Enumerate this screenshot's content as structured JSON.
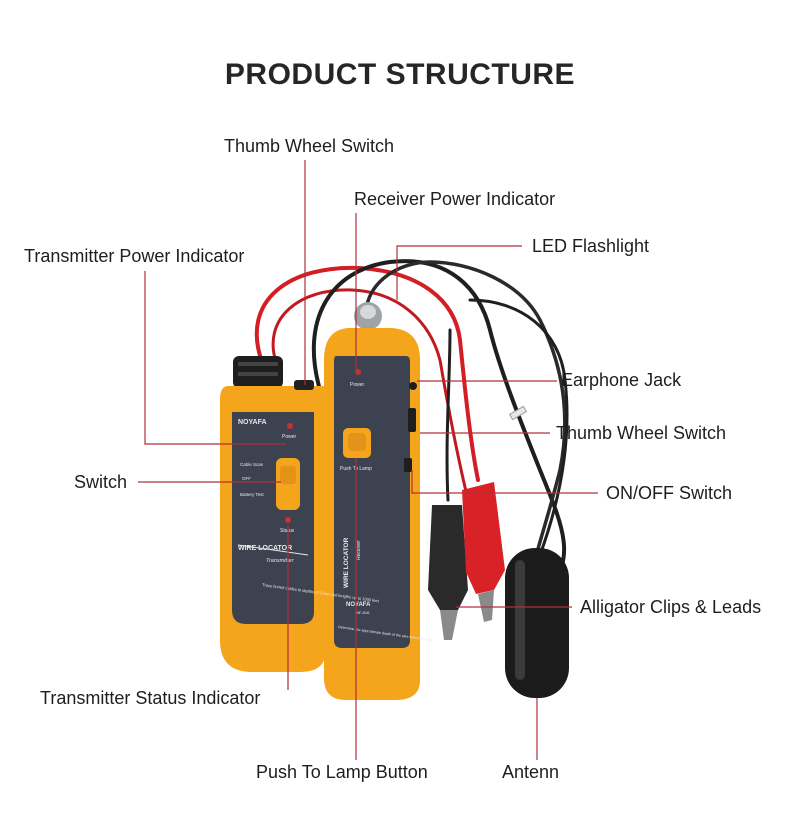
{
  "title": "PRODUCT STRUCTURE",
  "labels": {
    "thumb_wheel_top": "Thumb Wheel Switch",
    "receiver_power": "Receiver Power Indicator",
    "led_flashlight": "LED Flashlight",
    "transmitter_power": "Transmitter Power Indicator",
    "earphone_jack": "Earphone Jack",
    "thumb_wheel_right": "Thumb Wheel Switch",
    "switch": "Switch",
    "on_off": "ON/OFF Switch",
    "alligator": "Alligator Clips & Leads",
    "transmitter_status": "Transmitter Status Indicator",
    "push_to_lamp": "Push To Lamp Button",
    "antenn": "Antenn"
  },
  "device": {
    "transmitter": {
      "brand": "NOYAFA",
      "power": "Power",
      "mode_cable_scan": "Cable Scan",
      "mode_off": "OFF",
      "mode_battery": "Battery Test",
      "status": "Status",
      "name": "WIRE LOCATOR",
      "subname": "Transmitter",
      "note": "Trace buried cables to depths of 3 feet and lengths up to 1000 feet"
    },
    "receiver": {
      "power": "Power",
      "push_to_lamp": "Push To Lamp",
      "name": "WIRE LOCATOR",
      "subname": "Receiver",
      "brand": "NOYAFA",
      "model": "NF-816",
      "note": "Determine the approximate depth of the wire before you dig"
    }
  },
  "colors": {
    "body_orange": "#f4a51c",
    "panel_dark": "#3d4250",
    "leader_red": "#b0303a",
    "wire_red": "#d21e24",
    "cable_black": "#1f1f1f"
  }
}
